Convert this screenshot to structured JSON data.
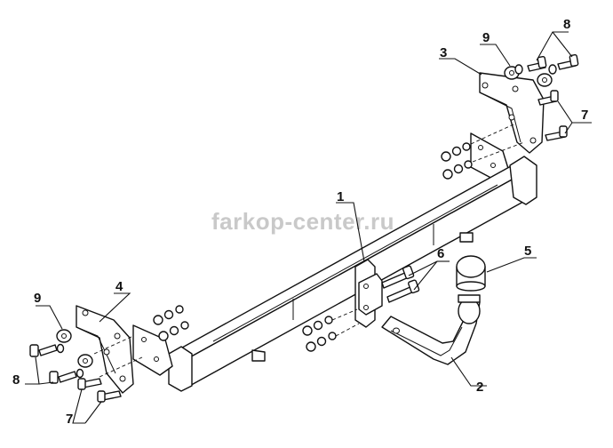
{
  "watermark": "farkop-center.ru",
  "callouts": {
    "c1": "1",
    "c2": "2",
    "c3": "3",
    "c4": "4",
    "c5": "5",
    "c6": "6",
    "c7_right": "7",
    "c7_left": "7",
    "c8_right": "8",
    "c8_left": "8",
    "c9_right": "9",
    "c9_left": "9"
  }
}
